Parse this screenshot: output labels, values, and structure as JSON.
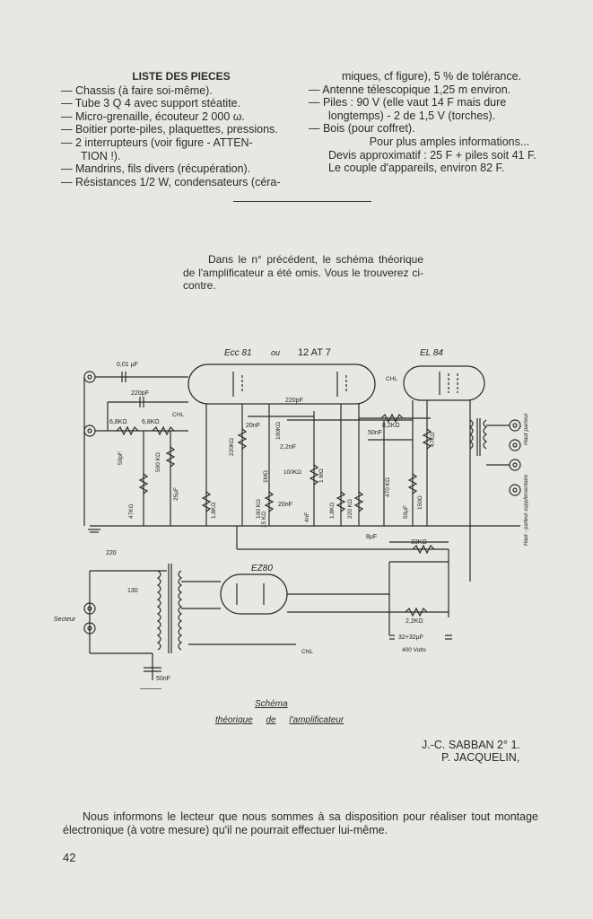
{
  "parts_list": {
    "heading": "LISTE DES PIECES",
    "left_items": [
      "— Chassis (à faire soi-même).",
      "— Tube 3 Q 4 avec support stéatite.",
      "— Micro-grenaille, écouteur 2 000 ω.",
      "— Boitier porte-piles, plaquettes, pressions.",
      "— 2 interrupteurs (voir figure - ATTEN-"
    ],
    "left_item5_cont": "TION !).",
    "left_items_b": [
      "— Mandrins, fils divers (récupération).",
      "— Résistances 1/2 W, condensateurs (céra-"
    ],
    "right_line1": "miques, cf figure), 5 % de tolérance.",
    "right_items": [
      "— Antenne télescopique 1,25 m environ.",
      "— Piles : 90 V (elle vaut 14 F mais dure"
    ],
    "right_piles_cont": "longtemps) - 2 de 1,5 V (torches).",
    "right_bois": "— Bois (pour coffret).",
    "right_info": "Pour plus amples informations...",
    "right_devis": "Devis approximatif : 25 F + piles soit 41 F.",
    "right_couple": "Le couple d'appareils, environ 82 F."
  },
  "intro": "Dans le n° précédent, le schéma théorique de l'amplificateur a été omis. Vous le trouverez ci-contre.",
  "schematic": {
    "tube1_label": "Ecc 81",
    "tube1_alt_sep": "ou",
    "tube1_alt": "12 AT 7",
    "tube2_label": "EL 84",
    "rect_label": "EZ80",
    "labels": {
      "c_in": "0,01 µF",
      "c220_a": "220pF",
      "c220_b": "220pF",
      "r68a": "6,8KΩ",
      "r68b": "6,8KΩ",
      "c50p": "50pF",
      "r500k": "500 KΩ",
      "r47k": "47KΩ",
      "c25": "25µF",
      "r18k": "1,8KΩ",
      "r220k": "220KΩ",
      "c20n_a": "20nF",
      "r100k": "100 KΩ",
      "r1m_a": "1MΩ",
      "c22n": "2,2nF",
      "r100k_b": "100KΩ",
      "r100k_c": "100KΩ",
      "r1m_b": "1 MΩ",
      "r15k": "15 KΩ",
      "c20n_b": "20nF",
      "c4n": "4nF",
      "r18k_b": "1,8KΩ",
      "r220k_b": "220 KΩ",
      "r82k": "8,2KΩ",
      "c50n": "50nF",
      "r470k": "470 KΩ",
      "c50u": "50µF",
      "r150": "150Ω",
      "r47k_b": "47KΩ",
      "c8u": "8µF",
      "r33k": "33KΩ",
      "r22k": "2,2KΩ",
      "c3232": "32+32µF",
      "v400": "400 Volts",
      "chl_a": "CHL",
      "chl_b": "CHL",
      "cnl": "CNL",
      "v220": "220",
      "v130": "130",
      "secteur": "Secteur",
      "c50n_b": "50nF",
      "hp": "Haut parleur",
      "hp_supp": "Haut - parleur supplementaire"
    }
  },
  "caption": {
    "line1": "Schéma",
    "line2_a": "théorique",
    "line2_b": "de",
    "line2_c": "l'amplificateur"
  },
  "authors": {
    "line1": "J.-C. SABBAN 2° 1.",
    "line2": "P. JACQUELIN,"
  },
  "footer": "Nous informons le lecteur que nous sommes à sa disposition pour réaliser tout montage électronique (à votre mesure) qu'il ne pourrait effectuer lui-même.",
  "page_number": "42",
  "colors": {
    "paper": "#e9e7e2",
    "ink": "#2a2a2a"
  }
}
